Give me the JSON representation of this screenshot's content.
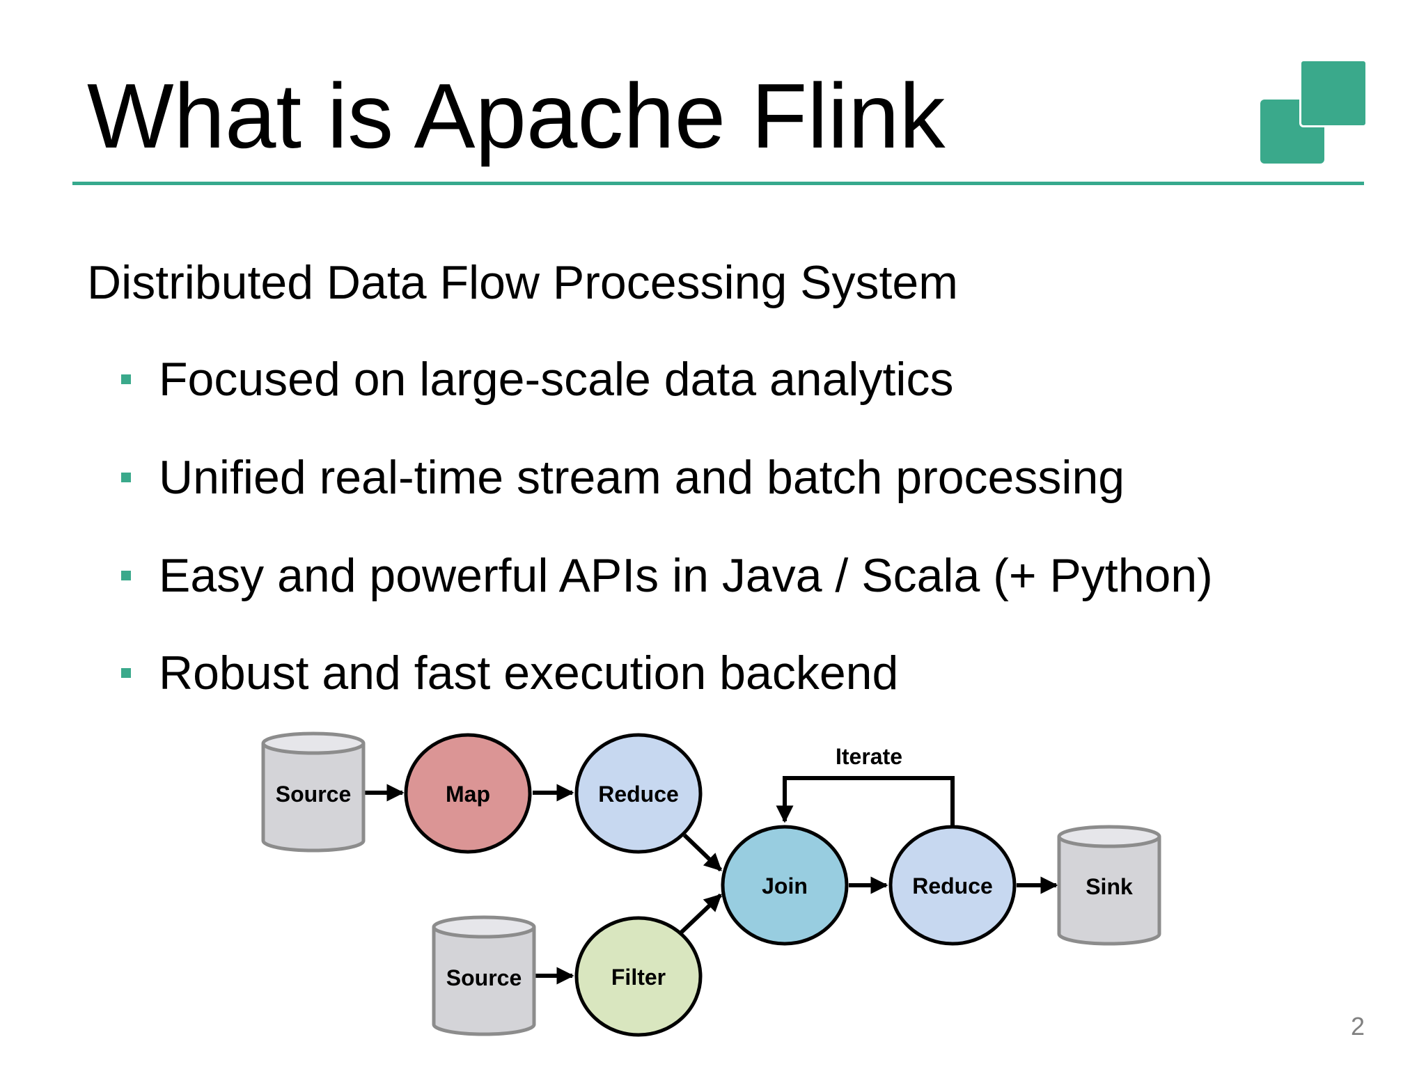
{
  "slide": {
    "title": "What is Apache Flink",
    "subtitle": "Distributed Data Flow Processing System",
    "bullets": [
      "Focused on large-scale data analytics",
      "Unified real-time stream and batch processing",
      "Easy and powerful APIs in Java / Scala (+ Python)",
      "Robust and fast execution backend"
    ],
    "page_number": "2"
  },
  "colors": {
    "accent": "#36a98d",
    "map_fill": "#db9595",
    "reduce_fill": "#c7d8f0",
    "join_fill": "#98cde0",
    "filter_fill": "#d9e6bf",
    "store_fill": "#d4d4d8"
  },
  "diagram": {
    "nodes": {
      "source1": {
        "label": "Source",
        "shape": "cylinder"
      },
      "map": {
        "label": "Map",
        "shape": "circle"
      },
      "reduce1": {
        "label": "Reduce",
        "shape": "circle"
      },
      "source2": {
        "label": "Source",
        "shape": "cylinder"
      },
      "filter": {
        "label": "Filter",
        "shape": "circle"
      },
      "join": {
        "label": "Join",
        "shape": "circle"
      },
      "reduce2": {
        "label": "Reduce",
        "shape": "circle"
      },
      "sink": {
        "label": "Sink",
        "shape": "cylinder"
      }
    },
    "edges": [
      {
        "from": "source1",
        "to": "map"
      },
      {
        "from": "map",
        "to": "reduce1"
      },
      {
        "from": "reduce1",
        "to": "join"
      },
      {
        "from": "source2",
        "to": "filter"
      },
      {
        "from": "filter",
        "to": "join"
      },
      {
        "from": "join",
        "to": "reduce2"
      },
      {
        "from": "reduce2",
        "to": "sink"
      },
      {
        "from": "reduce2",
        "to": "join",
        "label": "Iterate"
      }
    ],
    "iterate_label": "Iterate"
  }
}
